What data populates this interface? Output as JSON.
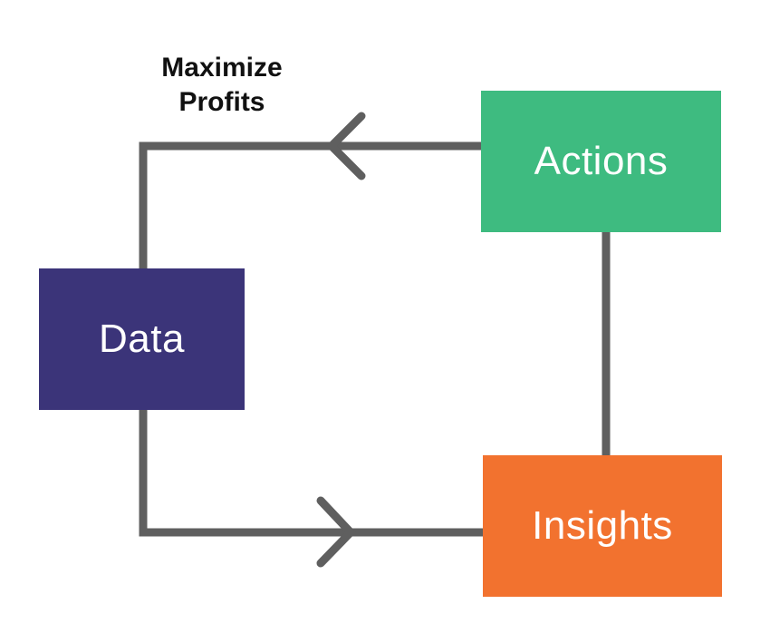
{
  "diagram": {
    "caption": {
      "line1": "Maximize",
      "line2": "Profits"
    },
    "nodes": {
      "data": {
        "label": "Data",
        "color": "#3b3479"
      },
      "actions": {
        "label": "Actions",
        "color": "#3ebb80"
      },
      "insights": {
        "label": "Insights",
        "color": "#f2722f"
      }
    },
    "connector_color": "#5f5f5f",
    "flow": [
      {
        "from": "Data",
        "to": "Insights",
        "arrow": "right"
      },
      {
        "from": "Insights",
        "to": "Actions",
        "arrow": "none"
      },
      {
        "from": "Actions",
        "to": "Data",
        "arrow": "left"
      }
    ]
  }
}
